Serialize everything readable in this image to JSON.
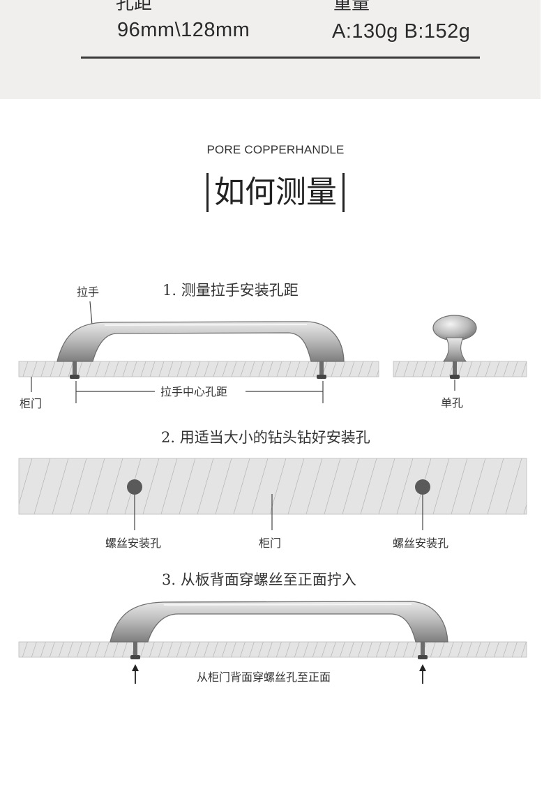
{
  "specs": {
    "hole_distance_value": "96mm\\128mm",
    "weight_value": "A:130g  B:152g",
    "hole_distance_label_cut": "孔距",
    "weight_label_cut": "重量"
  },
  "brand": "PORE COPPERHANDLE",
  "heading": "如何测量",
  "step1": {
    "title": "1. 测量拉手安装孔距",
    "handle_label": "拉手",
    "door_label": "柜门",
    "center_distance_label": "拉手中心孔距",
    "single_hole_label": "单孔"
  },
  "step2": {
    "title": "2. 用适当大小的钻头钻好安装孔",
    "screw_hole_left": "螺丝安装孔",
    "door_label": "柜门",
    "screw_hole_right": "螺丝安装孔"
  },
  "step3": {
    "title": "3. 从板背面穿螺丝至正面拧入",
    "caption": "从柜门背面穿螺丝孔至正面"
  },
  "colors": {
    "board_fill": "#e4e4e4",
    "hatch": "#a9a9a9",
    "handle_dark": "#7c7c7c",
    "handle_light": "#d6d6d6",
    "hole": "#5a5a5a"
  }
}
